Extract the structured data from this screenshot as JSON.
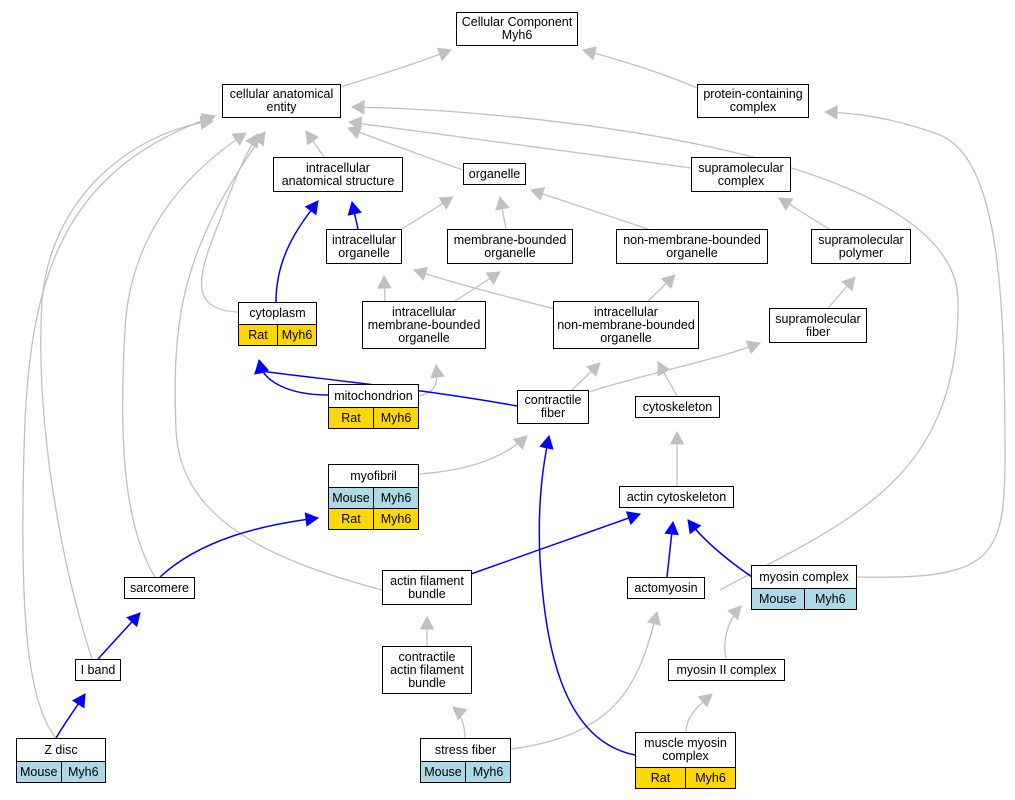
{
  "colors": {
    "annotated_edge": "#0000ff",
    "ancestry_edge": "#c0c0c0",
    "mouse_row": "#add8e6",
    "rat_row": "#ffd700"
  },
  "nodes": [
    {
      "id": "cc",
      "label": "Cellular Component\nMyh6",
      "rows": []
    },
    {
      "id": "cae",
      "label": "cellular anatomical\nentity",
      "rows": []
    },
    {
      "id": "pcc",
      "label": "protein-containing\ncomplex",
      "rows": []
    },
    {
      "id": "ias",
      "label": "intracellular\nanatomical structure",
      "rows": []
    },
    {
      "id": "org",
      "label": "organelle",
      "rows": []
    },
    {
      "id": "smc",
      "label": "supramolecular\ncomplex",
      "rows": []
    },
    {
      "id": "io",
      "label": "intracellular\norganelle",
      "rows": []
    },
    {
      "id": "mbo",
      "label": "membrane-bounded\norganelle",
      "rows": []
    },
    {
      "id": "nmbo",
      "label": "non-membrane-bounded\norganelle",
      "rows": []
    },
    {
      "id": "smp",
      "label": "supramolecular\npolymer",
      "rows": []
    },
    {
      "id": "cyto",
      "label": "cytoplasm",
      "rows": [
        [
          "Rat",
          "Myh6"
        ]
      ]
    },
    {
      "id": "imbo",
      "label": "intracellular\nmembrane-bounded\norganelle",
      "rows": []
    },
    {
      "id": "inmbo",
      "label": "intracellular\nnon-membrane-bounded\norganelle",
      "rows": []
    },
    {
      "id": "smf",
      "label": "supramolecular\nfiber",
      "rows": []
    },
    {
      "id": "mito",
      "label": "mitochondrion",
      "rows": [
        [
          "Rat",
          "Myh6"
        ]
      ]
    },
    {
      "id": "cf",
      "label": "contractile\nfiber",
      "rows": []
    },
    {
      "id": "csk",
      "label": "cytoskeleton",
      "rows": []
    },
    {
      "id": "myo",
      "label": "myofibril",
      "rows": [
        [
          "Mouse",
          "Myh6"
        ],
        [
          "Rat",
          "Myh6"
        ]
      ]
    },
    {
      "id": "acsk",
      "label": "actin cytoskeleton",
      "rows": []
    },
    {
      "id": "sarc",
      "label": "sarcomere",
      "rows": []
    },
    {
      "id": "afb",
      "label": "actin filament\nbundle",
      "rows": []
    },
    {
      "id": "actm",
      "label": "actomyosin",
      "rows": []
    },
    {
      "id": "myoc",
      "label": "myosin complex",
      "rows": [
        [
          "Mouse",
          "Myh6"
        ]
      ]
    },
    {
      "id": "iband",
      "label": "I band",
      "rows": []
    },
    {
      "id": "cafb",
      "label": "contractile\nactin filament\nbundle",
      "rows": []
    },
    {
      "id": "m2c",
      "label": "myosin II complex",
      "rows": []
    },
    {
      "id": "zdisc",
      "label": "Z disc",
      "rows": [
        [
          "Mouse",
          "Myh6"
        ]
      ]
    },
    {
      "id": "sf",
      "label": "stress fiber",
      "rows": [
        [
          "Mouse",
          "Myh6"
        ]
      ]
    },
    {
      "id": "mmc",
      "label": "muscle myosin\ncomplex",
      "rows": [
        [
          "Rat",
          "Myh6"
        ]
      ]
    }
  ],
  "edges": [
    {
      "from": "cae",
      "to": "cc",
      "kind": "ancestry"
    },
    {
      "from": "pcc",
      "to": "cc",
      "kind": "ancestry"
    },
    {
      "from": "ias",
      "to": "cae",
      "kind": "ancestry"
    },
    {
      "from": "org",
      "to": "cae",
      "kind": "ancestry"
    },
    {
      "from": "smc",
      "to": "cae",
      "kind": "ancestry"
    },
    {
      "from": "cyto",
      "to": "cae",
      "kind": "ancestry"
    },
    {
      "from": "sarc",
      "to": "cae",
      "kind": "ancestry"
    },
    {
      "from": "iband",
      "to": "cae",
      "kind": "ancestry"
    },
    {
      "from": "zdisc",
      "to": "cae",
      "kind": "ancestry"
    },
    {
      "from": "afb",
      "to": "cae",
      "kind": "ancestry"
    },
    {
      "from": "csk",
      "to": "cae",
      "kind": "ancestry"
    },
    {
      "from": "myoc",
      "to": "pcc",
      "kind": "ancestry"
    },
    {
      "from": "cyto",
      "to": "ias",
      "kind": "annotated"
    },
    {
      "from": "io",
      "to": "ias",
      "kind": "annotated"
    },
    {
      "from": "io",
      "to": "org",
      "kind": "ancestry"
    },
    {
      "from": "mbo",
      "to": "org",
      "kind": "ancestry"
    },
    {
      "from": "nmbo",
      "to": "org",
      "kind": "ancestry"
    },
    {
      "from": "smp",
      "to": "smc",
      "kind": "ancestry"
    },
    {
      "from": "imbo",
      "to": "io",
      "kind": "ancestry"
    },
    {
      "from": "inmbo",
      "to": "io",
      "kind": "ancestry"
    },
    {
      "from": "imbo",
      "to": "mbo",
      "kind": "ancestry"
    },
    {
      "from": "inmbo",
      "to": "nmbo",
      "kind": "ancestry"
    },
    {
      "from": "smf",
      "to": "smp",
      "kind": "ancestry"
    },
    {
      "from": "mito",
      "to": "imbo",
      "kind": "ancestry"
    },
    {
      "from": "mito",
      "to": "cyto",
      "kind": "annotated"
    },
    {
      "from": "cf",
      "to": "cyto",
      "kind": "annotated"
    },
    {
      "from": "cf",
      "to": "inmbo",
      "kind": "ancestry"
    },
    {
      "from": "cf",
      "to": "smf",
      "kind": "ancestry"
    },
    {
      "from": "csk",
      "to": "inmbo",
      "kind": "ancestry"
    },
    {
      "from": "myo",
      "to": "cf",
      "kind": "ancestry"
    },
    {
      "from": "acsk",
      "to": "csk",
      "kind": "ancestry"
    },
    {
      "from": "sarc",
      "to": "myo",
      "kind": "annotated"
    },
    {
      "from": "afb",
      "to": "acsk",
      "kind": "annotated"
    },
    {
      "from": "actm",
      "to": "acsk",
      "kind": "annotated"
    },
    {
      "from": "myoc",
      "to": "acsk",
      "kind": "annotated"
    },
    {
      "from": "iband",
      "to": "sarc",
      "kind": "annotated"
    },
    {
      "from": "cafb",
      "to": "afb",
      "kind": "ancestry"
    },
    {
      "from": "m2c",
      "to": "myoc",
      "kind": "ancestry"
    },
    {
      "from": "zdisc",
      "to": "iband",
      "kind": "annotated"
    },
    {
      "from": "sf",
      "to": "cafb",
      "kind": "ancestry"
    },
    {
      "from": "sf",
      "to": "actm",
      "kind": "ancestry"
    },
    {
      "from": "mmc",
      "to": "m2c",
      "kind": "ancestry"
    },
    {
      "from": "mmc",
      "to": "cf",
      "kind": "annotated"
    }
  ]
}
